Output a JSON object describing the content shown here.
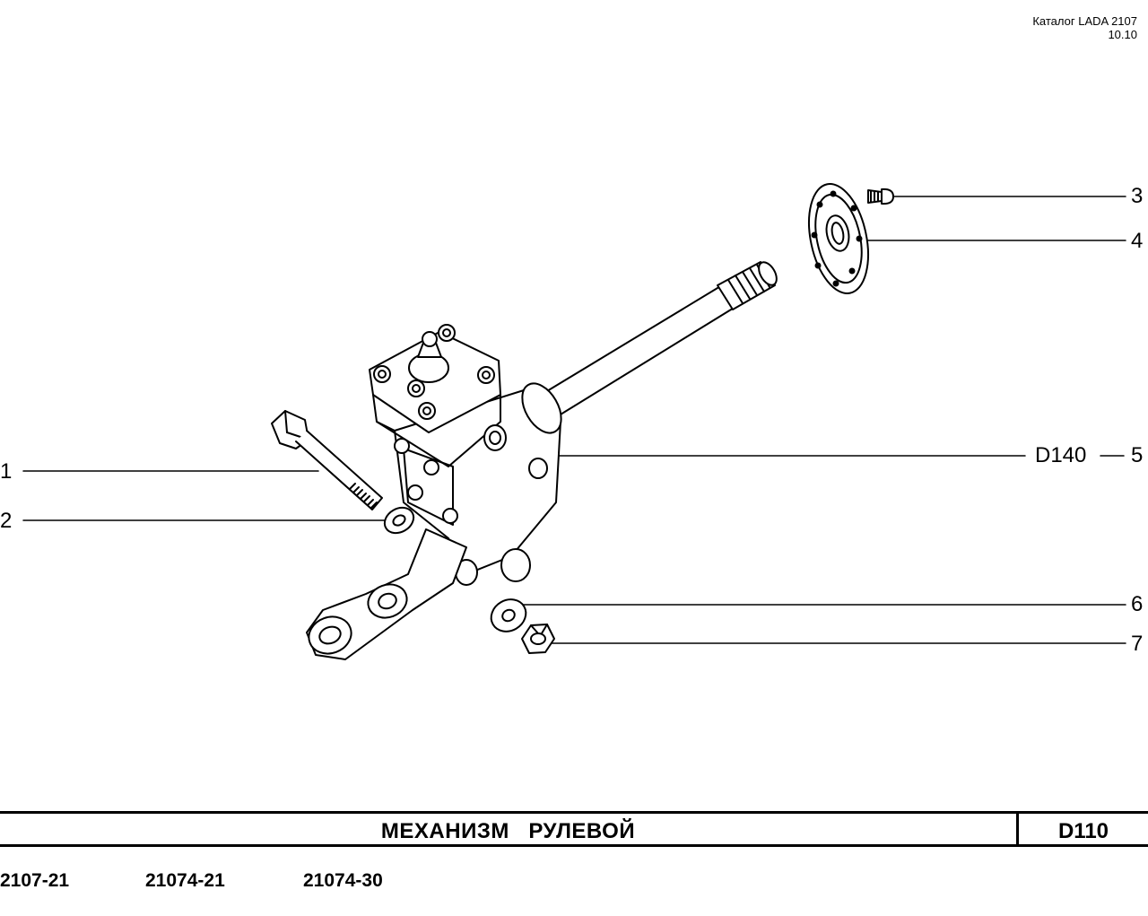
{
  "header": {
    "catalog": "Каталог LADA 2107",
    "edition": "10.10"
  },
  "callouts": {
    "c1": "1",
    "c2": "2",
    "c3": "3",
    "c4": "4",
    "c5_ref": "D140",
    "c5": "5",
    "c6": "6",
    "c7": "7"
  },
  "title_block": {
    "title": "МЕХАНИЗМ   РУЛЕВОЙ",
    "page_code": "D110"
  },
  "models": [
    "2107-21",
    "21074-21",
    "21074-30"
  ]
}
